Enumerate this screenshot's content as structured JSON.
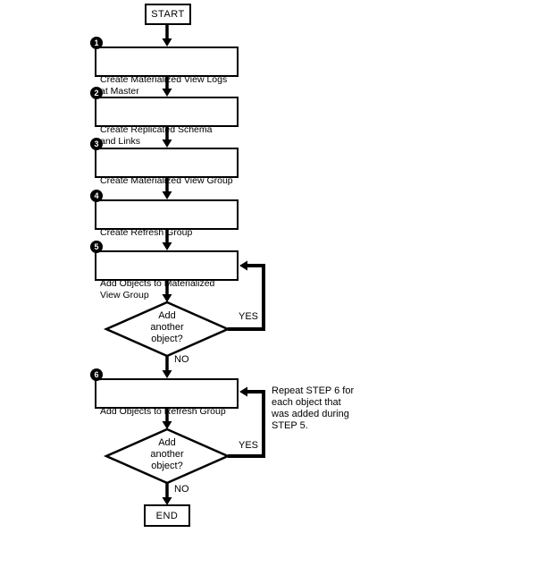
{
  "nodes": {
    "start": {
      "label": "START"
    },
    "end": {
      "label": "END"
    },
    "steps": [
      {
        "number": "1",
        "label": "Create Materialized View Logs\nat Master"
      },
      {
        "number": "2",
        "label": "Create Replicated Schema\nand Links"
      },
      {
        "number": "3",
        "label": "Create Materialized View Group"
      },
      {
        "number": "4",
        "label": "Create Refresh Group"
      },
      {
        "number": "5",
        "label": "Add Objects to Materialized\nView Group"
      },
      {
        "number": "6",
        "label": "Add Objects to Refresh Group"
      }
    ],
    "decisions": [
      {
        "label": "Add\nanother\nobject?",
        "yes_label": "YES",
        "no_label": "NO"
      },
      {
        "label": "Add\nanother\nobject?",
        "yes_label": "YES",
        "no_label": "NO"
      }
    ]
  },
  "annotations": {
    "repeat_note": "Repeat STEP 6 for\neach object that\nwas added during\nSTEP 5."
  },
  "colors": {
    "line": "#000000",
    "background": "#ffffff",
    "badge_bg": "#000000",
    "badge_text": "#ffffff"
  }
}
